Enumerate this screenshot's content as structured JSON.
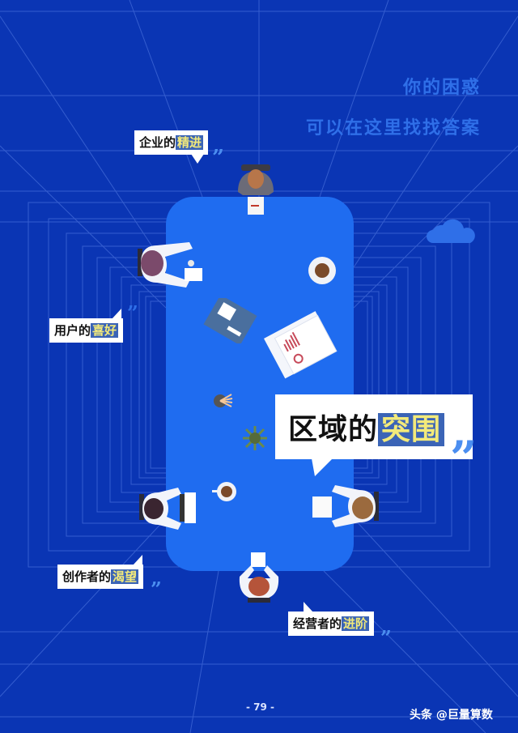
{
  "headline": {
    "line1": "你的困惑",
    "line2": "可以在这里找找答案"
  },
  "bubbles": [
    {
      "id": "enterprise",
      "prefix": "企业的",
      "highlight": "精进"
    },
    {
      "id": "user",
      "prefix": "用户的",
      "highlight": "喜好"
    },
    {
      "id": "creator",
      "prefix": "创作者的",
      "highlight": "渴望"
    },
    {
      "id": "operator",
      "prefix": "经营者的",
      "highlight": "进阶"
    }
  ],
  "center_bubble": {
    "prefix": "区域的",
    "highlight": "突围"
  },
  "quote_mark": "”",
  "footer": {
    "page_number": "- 79 -",
    "watermark": "头条 @巨量算数"
  },
  "colors": {
    "background": "#0a35b4",
    "table": "#1f6cf0",
    "headline": "#2f6fe8",
    "highlight_bg": "#3b64b6",
    "highlight_text": "#f3ea7a",
    "grid_line": "#3f67d6"
  }
}
